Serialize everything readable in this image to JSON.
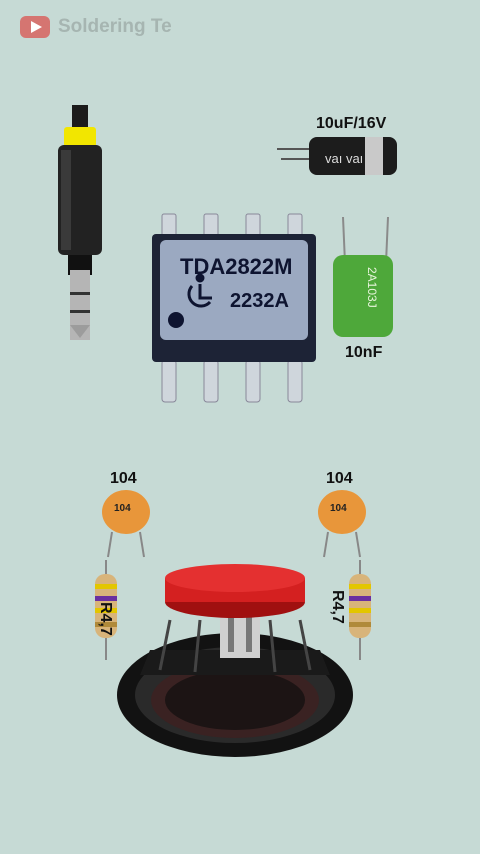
{
  "watermark": {
    "channel_text": "Soldering Te",
    "icon": "youtube-play-icon"
  },
  "components": {
    "ic": {
      "line1": "TDA2822M",
      "line2": "2232A"
    },
    "electrolytic": {
      "value_label": "10uF/16V",
      "body_text": "vaı vaı"
    },
    "film_cap": {
      "value_label": "10nF",
      "body_text": "2A103J"
    },
    "ceramic_left": {
      "top_label": "104",
      "body_text": "104"
    },
    "ceramic_right": {
      "top_label": "104",
      "body_text": "104"
    },
    "resistor_left": {
      "label": "R4,7"
    },
    "resistor_right": {
      "label": "R4,7"
    }
  },
  "colors": {
    "background": "#c6dad5",
    "ceramic": "#e8963a",
    "film_cap": "#4ea83a",
    "speaker_cap": "#d42020",
    "jack_ring": "#f2e600"
  }
}
